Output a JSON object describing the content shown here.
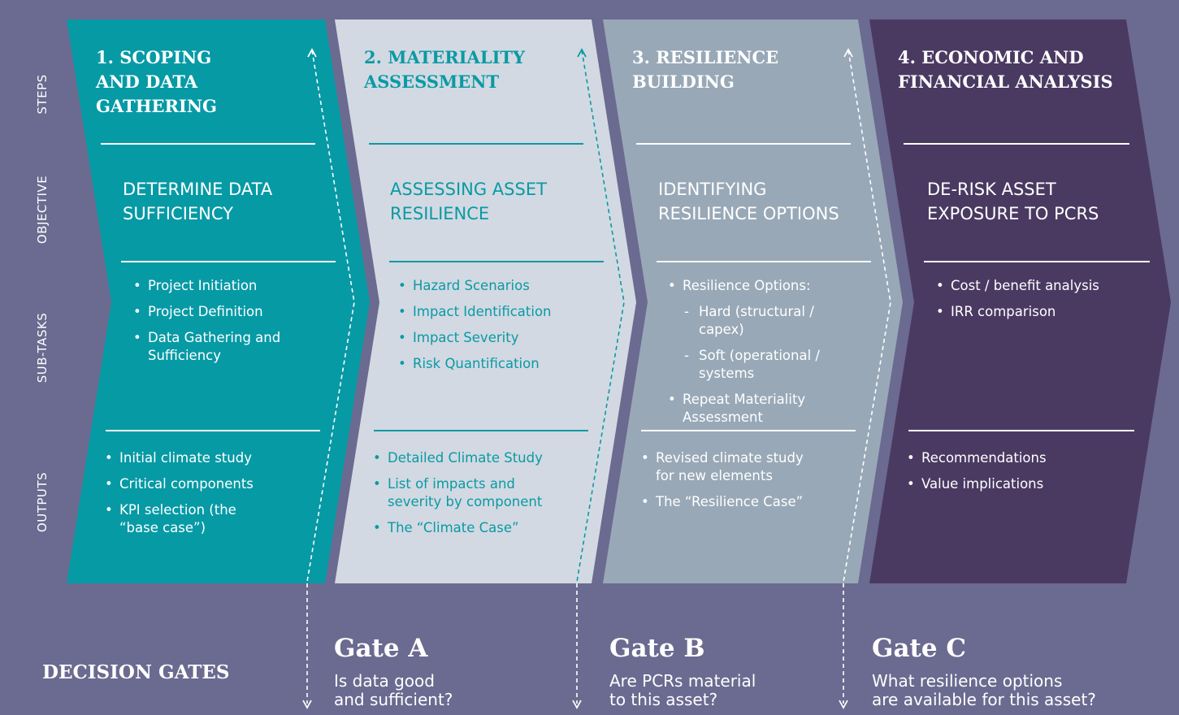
{
  "row_labels": {
    "steps": "STEPS",
    "objective": "OBJECTIVE",
    "subtasks": "SUB-TASKS",
    "outputs": "OUTPUTS"
  },
  "steps": [
    {
      "title": "1.  SCOPING\n      AND DATA\n      GATHERING",
      "objective": "DETERMINE DATA\nSUFFICIENCY",
      "subtasks": [
        {
          "text": "Project Initiation"
        },
        {
          "text": "Project Definition"
        },
        {
          "text": "Data Gathering and Sufficiency"
        }
      ],
      "outputs": [
        {
          "text": "Initial climate study"
        },
        {
          "text": "Critical components"
        },
        {
          "text": "KPI selection (the “base case”)"
        }
      ]
    },
    {
      "title": "2. MATERIALITY\n    ASSESSMENT",
      "objective": "ASSESSING ASSET\nRESILIENCE",
      "subtasks": [
        {
          "text": "Hazard Scenarios"
        },
        {
          "text": "Impact Identification"
        },
        {
          "text": "Impact Severity"
        },
        {
          "text": "Risk Quantification"
        }
      ],
      "outputs": [
        {
          "text": "Detailed Climate Study"
        },
        {
          "text": "List of impacts and severity by component"
        },
        {
          "text": "The “Climate Case”"
        }
      ]
    },
    {
      "title": "3. RESILIENCE\n    BUILDING",
      "objective": "IDENTIFYING\nRESILIENCE OPTIONS",
      "subtasks": [
        {
          "text": "Resilience Options:"
        },
        {
          "text": "Hard (structural / capex)",
          "sub": true
        },
        {
          "text": "Soft (operational / systems",
          "sub": true
        },
        {
          "text": "Repeat Materiality Assessment"
        }
      ],
      "outputs": [
        {
          "text": "Revised climate study for new elements"
        },
        {
          "text": "The “Resilience Case”"
        }
      ]
    },
    {
      "title": "4. ECONOMIC AND\n    FINANCIAL ANALYSIS",
      "objective": "DE-RISK ASSET\nEXPOSURE TO PCRS",
      "subtasks": [
        {
          "text": "Cost / benefit analysis"
        },
        {
          "text": "IRR comparison"
        }
      ],
      "outputs": [
        {
          "text": "Recommendations"
        },
        {
          "text": "Value implications"
        }
      ]
    }
  ],
  "decision_gates_label": "DECISION GATES",
  "gates": [
    {
      "title": "Gate A",
      "question": "Is data good\nand sufficient?"
    },
    {
      "title": "Gate B",
      "question": "Are PCRs material\nto this asset?"
    },
    {
      "title": "Gate C",
      "question": "What resilience options\nare available for this asset?"
    }
  ],
  "colors": {
    "background": "#6b6a90",
    "step1": "#069aa5",
    "step2": "#d2d9e3",
    "step3": "#98a8b7",
    "step4": "#4a3a62",
    "teal_text": "#0a9aa3",
    "white": "#ffffff"
  }
}
